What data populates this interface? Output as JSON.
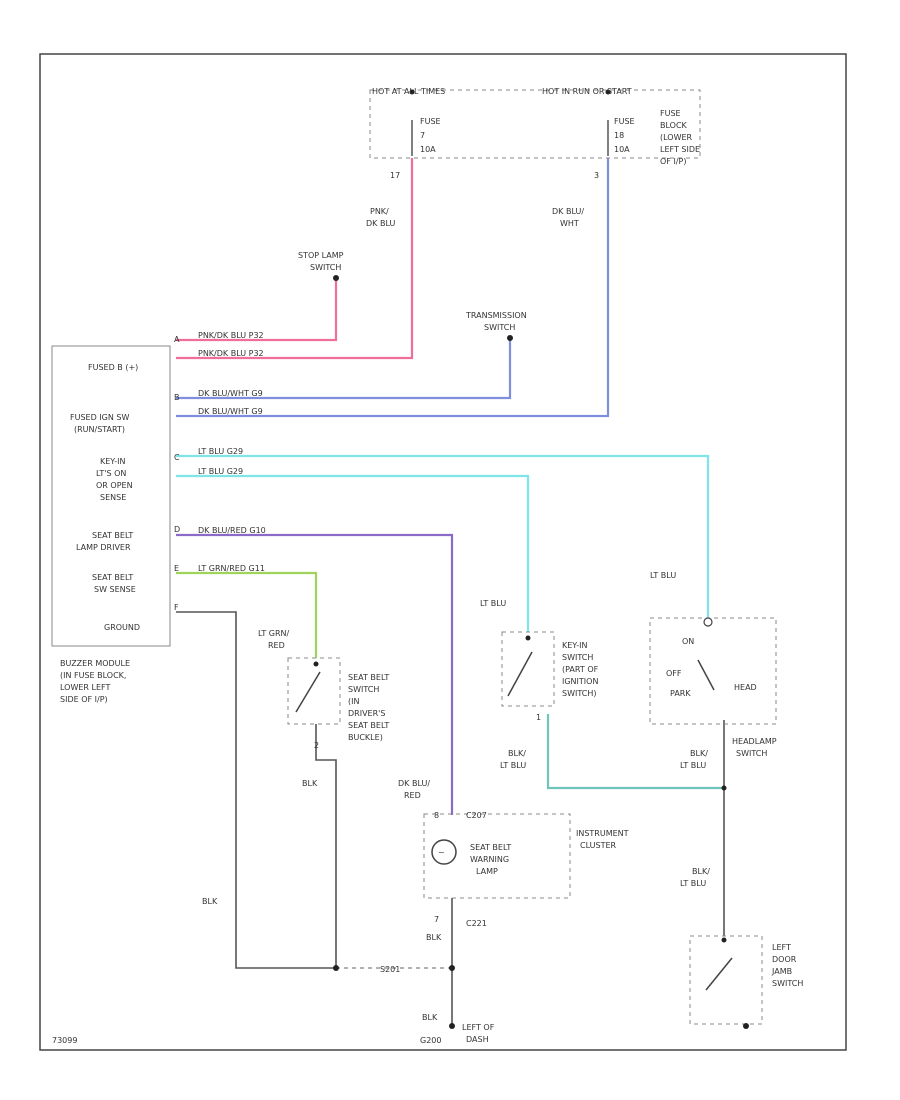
{
  "fuse_block": {
    "left_header": "HOT AT ALL TIMES",
    "right_header": "HOT IN RUN OR START",
    "fuse_left": [
      "FUSE",
      "7",
      "10A"
    ],
    "fuse_right": [
      "FUSE",
      "18",
      "10A"
    ],
    "location": [
      "FUSE",
      "BLOCK",
      "(LOWER",
      "LEFT SIDE",
      "OF I/P)"
    ],
    "pin_left": "17",
    "pin_right": "3"
  },
  "wires": {
    "pnk_dkblu": [
      "PNK/",
      "DK BLU"
    ],
    "dkblu_wht": [
      "DK BLU/",
      "WHT"
    ],
    "stop_lamp_switch": [
      "STOP LAMP",
      "SWITCH"
    ],
    "transmission_switch": [
      "TRANSMISSION",
      "SWITCH"
    ],
    "row1a": "PNK/DK BLU   P32",
    "row1b": "PNK/DK BLU   P32",
    "row2a": "DK BLU/WHT   G9",
    "row2b": "DK BLU/WHT   G9",
    "row3a": "LT BLU   G29",
    "row3b": "LT BLU   G29",
    "row4": "DK BLU/RED   G10",
    "row5": "LT GRN/RED   G11",
    "lt_blu_1": "LT BLU",
    "lt_blu_2": "LT BLU",
    "lt_grn_red": [
      "LT GRN/",
      "RED"
    ],
    "blk_1": "BLK",
    "blk_2": "BLK",
    "blk_3": "BLK",
    "blk_4": "BLK",
    "dkblu_red": [
      "DK BLU/",
      "RED"
    ],
    "blk_ltblu_1": [
      "BLK/",
      "LT BLU"
    ],
    "blk_ltblu_2": [
      "BLK/",
      "LT BLU"
    ],
    "blk_ltblu_3": [
      "BLK/",
      "LT BLU"
    ],
    "splice": "S201"
  },
  "buzzer_module": {
    "pins": [
      "A",
      "B",
      "C",
      "D",
      "E",
      "F"
    ],
    "labels": [
      [
        "FUSED B (+)"
      ],
      [
        "FUSED IGN SW",
        "(RUN/START)"
      ],
      [
        "KEY-IN",
        "LT'S ON",
        "OR OPEN",
        "SENSE"
      ],
      [
        "SEAT BELT",
        "LAMP DRIVER"
      ],
      [
        "SEAT BELT",
        "SW SENSE"
      ],
      [
        "GROUND"
      ]
    ],
    "name": [
      "BUZZER MODULE",
      "(IN FUSE BLOCK,",
      "LOWER LEFT",
      "SIDE OF I/P)"
    ]
  },
  "seat_belt_switch": [
    "SEAT BELT",
    "SWITCH",
    "(IN",
    "DRIVER'S",
    "SEAT BELT",
    "BUCKLE)"
  ],
  "key_in_switch": [
    "KEY-IN",
    "SWITCH",
    "(PART OF",
    "IGNITION",
    "SWITCH)"
  ],
  "headlamp_switch": {
    "name": [
      "HEADLAMP",
      "SWITCH"
    ],
    "positions": [
      "ON",
      "OFF",
      "PARK",
      "HEAD"
    ]
  },
  "instrument_cluster": {
    "name": [
      "INSTRUMENT",
      "CLUSTER"
    ],
    "lamp": [
      "SEAT BELT",
      "WARNING",
      "LAMP"
    ],
    "connector_top": "C207",
    "connector_bottom": "C221"
  },
  "door_switch": [
    "LEFT",
    "DOOR",
    "JAMB",
    "SWITCH"
  ],
  "ground": {
    "name": [
      "LEFT OF",
      "DASH"
    ],
    "id": "G200"
  },
  "pins": {
    "sb_bottom": "2",
    "ks_bottom": "1",
    "ic_top": "8",
    "ic_bottom": "7"
  },
  "figure_id": "73099",
  "colors": {
    "pink": "#ef6f98",
    "purple_pink": "#b8629e",
    "blue": "#7f8fdd",
    "cyan": "#7fe3ea",
    "purple": "#8b6ac8",
    "green": "#9fd35c",
    "teal": "#6fc4bc"
  }
}
